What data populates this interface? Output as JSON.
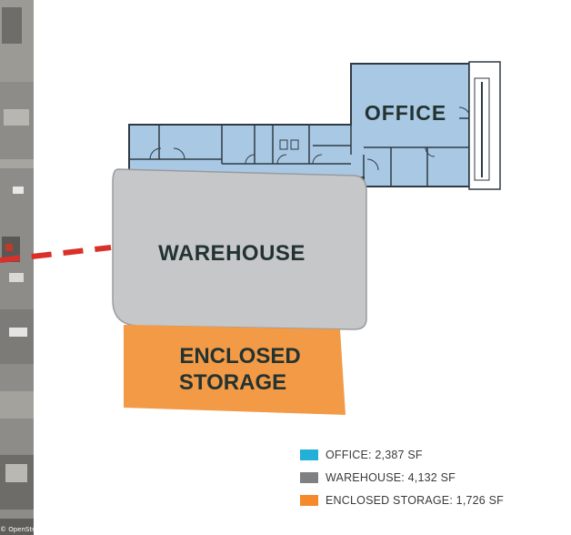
{
  "plan": {
    "labels": {
      "office": "OFFICE",
      "warehouse": "WAREHOUSE",
      "enclosed_storage_line1": "ENCLOSED",
      "enclosed_storage_line2": "STORAGE"
    },
    "colors": {
      "office": "#a9c8e4",
      "office_wall": "#2f3a44",
      "warehouse": "#c6c7c9",
      "warehouse_edge": "#9a9b9e",
      "storage": "#f39a46",
      "label_text": "#233331",
      "access_line": "#d9302a",
      "aerial": "#8d8c88"
    }
  },
  "legend": {
    "items": [
      {
        "label": "OFFICE: 2,387 SF",
        "color": "#23b0d6"
      },
      {
        "label": "WAREHOUSE: 4,132 SF",
        "color": "#7f8082"
      },
      {
        "label": "ENCLOSED STORAGE: 1,726 SF",
        "color": "#f58a2b"
      }
    ]
  },
  "map_credit": "© OpenStreetMap"
}
